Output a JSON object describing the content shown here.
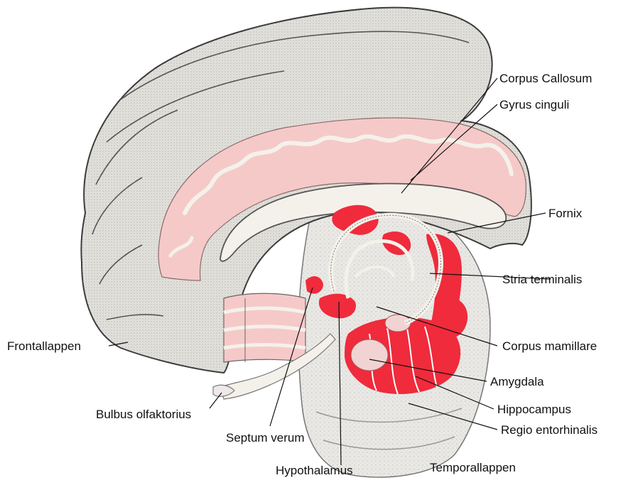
{
  "figure": {
    "colors": {
      "cortex_fill": "#e3e1dc",
      "cortex_stroke": "#3a3a3a",
      "gray_matter_pink": "#f6c9c9",
      "white_matter": "#f4f1ea",
      "limbic_red": "#ef2b3c",
      "temporal_fill": "#e9e8e4",
      "line_color": "#111111"
    },
    "labels": {
      "corpus_callosum": "Corpus Callosum",
      "gyrus_cinguli": "Gyrus cinguli",
      "fornix": "Fornix",
      "stria_terminalis": "Stria terminalis",
      "frontallappen": "Frontallappen",
      "corpus_mamillare": "Corpus mamillare",
      "amygdala": "Amygdala",
      "hippocampus": "Hippocampus",
      "bulbus_olfaktorius": "Bulbus olfaktorius",
      "regio_entorhinalis": "Regio entorhinalis",
      "septum_verum": "Septum verum",
      "hypothalamus": "Hypothalamus",
      "temporallappen": "Temporallappen"
    }
  }
}
